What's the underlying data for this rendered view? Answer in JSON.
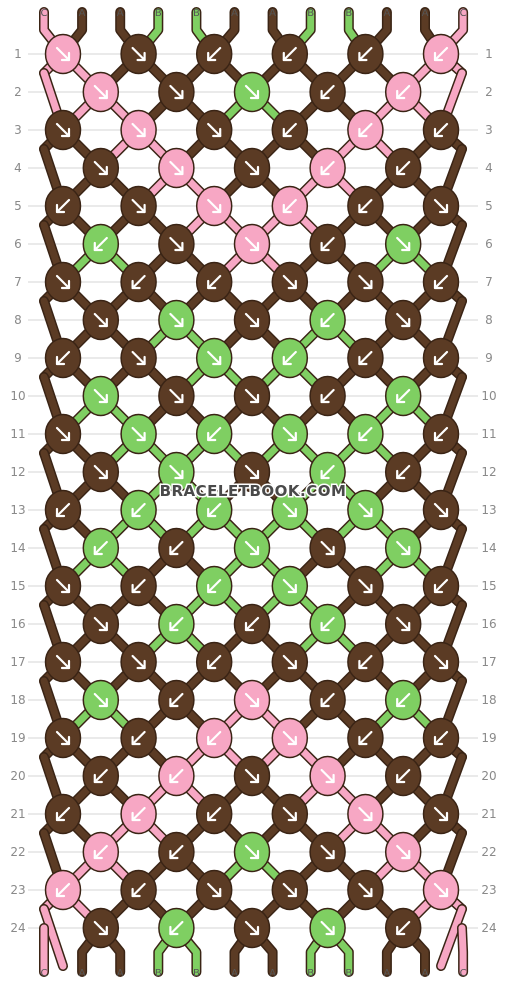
{
  "watermark": "BRACELETBOOK.COM",
  "colors": {
    "A": "#5b3b24",
    "B": "#7fcf62",
    "C": "#f7a7c4",
    "line": "#3a2415",
    "rule": "#d6d6d6",
    "arrow": "#ffffff"
  },
  "strands_top": [
    "C",
    "A",
    "A",
    "B",
    "B",
    "A",
    "A",
    "B",
    "B",
    "A",
    "A",
    "C"
  ],
  "strands_bottom": [
    "C",
    "A",
    "A",
    "B",
    "B",
    "A",
    "A",
    "B",
    "B",
    "A",
    "A",
    "C"
  ],
  "rows": [
    {
      "n": 1,
      "knots": [
        {
          "c": "C",
          "d": "rd"
        },
        {
          "c": "A",
          "d": "rd"
        },
        {
          "c": "A",
          "d": "ld"
        },
        {
          "c": "A",
          "d": "ld"
        },
        {
          "c": "A",
          "d": "ld"
        },
        {
          "c": "C",
          "d": "ld"
        }
      ]
    },
    {
      "n": 2,
      "knots": [
        {
          "c": "C",
          "d": "rd"
        },
        {
          "c": "A",
          "d": "rd"
        },
        {
          "c": "B",
          "d": "rd"
        },
        {
          "c": "A",
          "d": "ld"
        },
        {
          "c": "C",
          "d": "ld"
        }
      ]
    },
    {
      "n": 3,
      "knots": [
        {
          "c": "A",
          "d": "rd"
        },
        {
          "c": "C",
          "d": "rd"
        },
        {
          "c": "A",
          "d": "rd"
        },
        {
          "c": "A",
          "d": "ld"
        },
        {
          "c": "C",
          "d": "ld"
        },
        {
          "c": "A",
          "d": "ld"
        }
      ]
    },
    {
      "n": 4,
      "knots": [
        {
          "c": "A",
          "d": "rd"
        },
        {
          "c": "C",
          "d": "rd"
        },
        {
          "c": "A",
          "d": "rd"
        },
        {
          "c": "C",
          "d": "ld"
        },
        {
          "c": "A",
          "d": "ld"
        }
      ]
    },
    {
      "n": 5,
      "knots": [
        {
          "c": "A",
          "d": "ld"
        },
        {
          "c": "A",
          "d": "rd"
        },
        {
          "c": "C",
          "d": "rd"
        },
        {
          "c": "C",
          "d": "ld"
        },
        {
          "c": "A",
          "d": "ld"
        },
        {
          "c": "A",
          "d": "rd"
        }
      ]
    },
    {
      "n": 6,
      "knots": [
        {
          "c": "B",
          "d": "ld"
        },
        {
          "c": "A",
          "d": "rd"
        },
        {
          "c": "C",
          "d": "rd"
        },
        {
          "c": "A",
          "d": "ld"
        },
        {
          "c": "B",
          "d": "rd"
        }
      ]
    },
    {
      "n": 7,
      "knots": [
        {
          "c": "A",
          "d": "rd"
        },
        {
          "c": "A",
          "d": "ld"
        },
        {
          "c": "A",
          "d": "ld"
        },
        {
          "c": "A",
          "d": "rd"
        },
        {
          "c": "A",
          "d": "rd"
        },
        {
          "c": "A",
          "d": "ld"
        }
      ]
    },
    {
      "n": 8,
      "knots": [
        {
          "c": "A",
          "d": "rd"
        },
        {
          "c": "B",
          "d": "rd"
        },
        {
          "c": "A",
          "d": "rd"
        },
        {
          "c": "B",
          "d": "ld"
        },
        {
          "c": "A",
          "d": "rd"
        }
      ]
    },
    {
      "n": 9,
      "knots": [
        {
          "c": "A",
          "d": "ld"
        },
        {
          "c": "A",
          "d": "rd"
        },
        {
          "c": "B",
          "d": "rd"
        },
        {
          "c": "B",
          "d": "ld"
        },
        {
          "c": "A",
          "d": "ld"
        },
        {
          "c": "A",
          "d": "ld"
        }
      ]
    },
    {
      "n": 10,
      "knots": [
        {
          "c": "B",
          "d": "rd"
        },
        {
          "c": "A",
          "d": "rd"
        },
        {
          "c": "A",
          "d": "rd"
        },
        {
          "c": "A",
          "d": "ld"
        },
        {
          "c": "B",
          "d": "ld"
        }
      ]
    },
    {
      "n": 11,
      "knots": [
        {
          "c": "A",
          "d": "rd"
        },
        {
          "c": "B",
          "d": "rd"
        },
        {
          "c": "B",
          "d": "ld"
        },
        {
          "c": "B",
          "d": "rd"
        },
        {
          "c": "B",
          "d": "ld"
        },
        {
          "c": "A",
          "d": "ld"
        }
      ]
    },
    {
      "n": 12,
      "knots": [
        {
          "c": "A",
          "d": "rd"
        },
        {
          "c": "B",
          "d": "rd"
        },
        {
          "c": "A",
          "d": "rd"
        },
        {
          "c": "B",
          "d": "ld"
        },
        {
          "c": "A",
          "d": "ld"
        }
      ]
    },
    {
      "n": 13,
      "knots": [
        {
          "c": "A",
          "d": "ld"
        },
        {
          "c": "B",
          "d": "ld"
        },
        {
          "c": "B",
          "d": "ld"
        },
        {
          "c": "B",
          "d": "rd"
        },
        {
          "c": "B",
          "d": "rd"
        },
        {
          "c": "A",
          "d": "rd"
        }
      ]
    },
    {
      "n": 14,
      "knots": [
        {
          "c": "B",
          "d": "ld"
        },
        {
          "c": "A",
          "d": "ld"
        },
        {
          "c": "B",
          "d": "rd"
        },
        {
          "c": "A",
          "d": "rd"
        },
        {
          "c": "B",
          "d": "rd"
        }
      ]
    },
    {
      "n": 15,
      "knots": [
        {
          "c": "A",
          "d": "rd"
        },
        {
          "c": "A",
          "d": "ld"
        },
        {
          "c": "B",
          "d": "ld"
        },
        {
          "c": "B",
          "d": "rd"
        },
        {
          "c": "A",
          "d": "rd"
        },
        {
          "c": "A",
          "d": "ld"
        }
      ]
    },
    {
      "n": 16,
      "knots": [
        {
          "c": "A",
          "d": "rd"
        },
        {
          "c": "B",
          "d": "ld"
        },
        {
          "c": "A",
          "d": "ld"
        },
        {
          "c": "B",
          "d": "ld"
        },
        {
          "c": "A",
          "d": "rd"
        }
      ]
    },
    {
      "n": 17,
      "knots": [
        {
          "c": "A",
          "d": "rd"
        },
        {
          "c": "A",
          "d": "rd"
        },
        {
          "c": "A",
          "d": "ld"
        },
        {
          "c": "A",
          "d": "rd"
        },
        {
          "c": "A",
          "d": "ld"
        },
        {
          "c": "A",
          "d": "rd"
        }
      ]
    },
    {
      "n": 18,
      "knots": [
        {
          "c": "B",
          "d": "rd"
        },
        {
          "c": "A",
          "d": "ld"
        },
        {
          "c": "C",
          "d": "rd"
        },
        {
          "c": "A",
          "d": "ld"
        },
        {
          "c": "B",
          "d": "ld"
        }
      ]
    },
    {
      "n": 19,
      "knots": [
        {
          "c": "A",
          "d": "rd"
        },
        {
          "c": "A",
          "d": "ld"
        },
        {
          "c": "C",
          "d": "ld"
        },
        {
          "c": "C",
          "d": "rd"
        },
        {
          "c": "A",
          "d": "ld"
        },
        {
          "c": "A",
          "d": "ld"
        }
      ]
    },
    {
      "n": 20,
      "knots": [
        {
          "c": "A",
          "d": "ld"
        },
        {
          "c": "C",
          "d": "ld"
        },
        {
          "c": "A",
          "d": "rd"
        },
        {
          "c": "C",
          "d": "rd"
        },
        {
          "c": "A",
          "d": "ld"
        }
      ]
    },
    {
      "n": 21,
      "knots": [
        {
          "c": "A",
          "d": "ld"
        },
        {
          "c": "C",
          "d": "ld"
        },
        {
          "c": "A",
          "d": "ld"
        },
        {
          "c": "A",
          "d": "rd"
        },
        {
          "c": "C",
          "d": "rd"
        },
        {
          "c": "A",
          "d": "rd"
        }
      ]
    },
    {
      "n": 22,
      "knots": [
        {
          "c": "C",
          "d": "ld"
        },
        {
          "c": "A",
          "d": "ld"
        },
        {
          "c": "B",
          "d": "rd"
        },
        {
          "c": "A",
          "d": "rd"
        },
        {
          "c": "C",
          "d": "rd"
        }
      ]
    },
    {
      "n": 23,
      "knots": [
        {
          "c": "C",
          "d": "ld"
        },
        {
          "c": "A",
          "d": "ld"
        },
        {
          "c": "A",
          "d": "rd"
        },
        {
          "c": "A",
          "d": "rd"
        },
        {
          "c": "A",
          "d": "rd"
        },
        {
          "c": "C",
          "d": "rd"
        }
      ]
    },
    {
      "n": 24,
      "knots": [
        {
          "c": "A",
          "d": "rd"
        },
        {
          "c": "B",
          "d": "ld"
        },
        {
          "c": "A",
          "d": "rd"
        },
        {
          "c": "B",
          "d": "rd"
        },
        {
          "c": "A",
          "d": "ld"
        }
      ]
    }
  ]
}
